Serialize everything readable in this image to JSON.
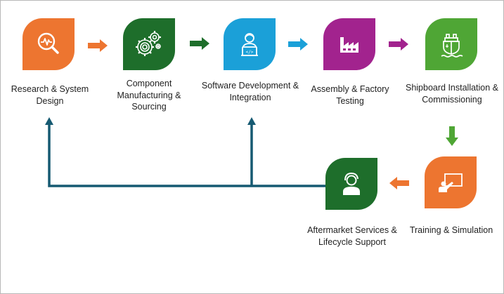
{
  "diagram": {
    "type": "process-flow",
    "steps": [
      {
        "id": 1,
        "label": "Research & System Design",
        "icon": "magnifier-pulse-icon",
        "color": "#ED7530"
      },
      {
        "id": 2,
        "label": "Component Manufacturing & Sourcing",
        "icon": "gears-icon",
        "color": "#1E6E2B"
      },
      {
        "id": 3,
        "label": "Software Development & Integration",
        "icon": "developer-laptop-icon",
        "color": "#1BA0D8"
      },
      {
        "id": 4,
        "label": "Assembly & Factory Testing",
        "icon": "factory-icon",
        "color": "#A2238E"
      },
      {
        "id": 5,
        "label": "Shipboard Installation & Commissioning",
        "icon": "ship-icon",
        "color": "#4FA635"
      },
      {
        "id": 6,
        "label": "Training & Simulation",
        "icon": "presentation-board-icon",
        "color": "#ED7530"
      },
      {
        "id": 7,
        "label": "Aftermarket Services & Lifecycle Support",
        "icon": "headset-support-icon",
        "color": "#1E6E2B"
      }
    ],
    "arrows": [
      {
        "from": 1,
        "to": 2,
        "color": "#ED7530"
      },
      {
        "from": 2,
        "to": 3,
        "color": "#1E6E2B"
      },
      {
        "from": 3,
        "to": 4,
        "color": "#1BA0D8"
      },
      {
        "from": 4,
        "to": 5,
        "color": "#A2238E"
      },
      {
        "from": 5,
        "to": 6,
        "color": "#4FA635"
      },
      {
        "from": 6,
        "to": 7,
        "color": "#ED7530"
      }
    ],
    "feedback_loop": {
      "from": 7,
      "to": [
        1,
        3
      ],
      "color": "#165A72"
    }
  }
}
